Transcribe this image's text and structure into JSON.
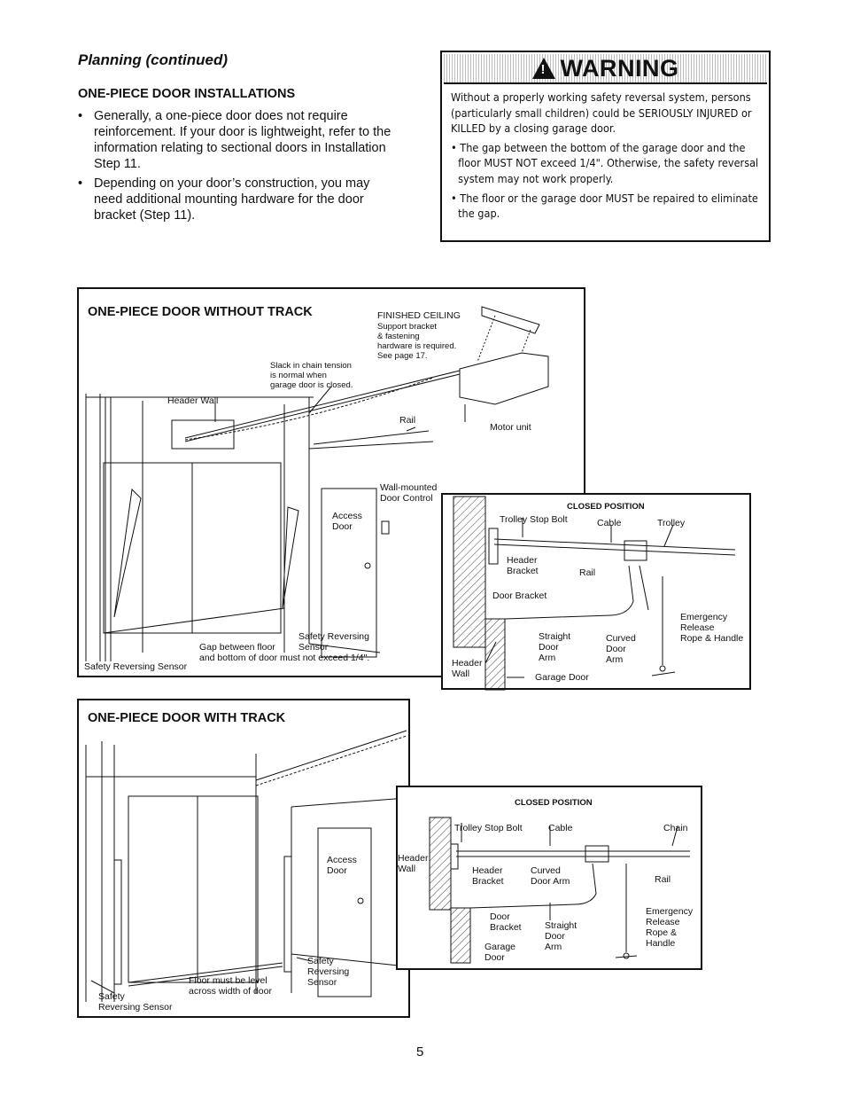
{
  "page": {
    "title": "Planning (continued)",
    "subheading": "ONE-PIECE DOOR INSTALLATIONS",
    "bullets": [
      "Generally, a one-piece door does not require reinforcement. If your door is lightweight, refer to the information relating to sectional doors in Installation Step 11.",
      "Depending on your door’s construction, you may need additional mounting hardware for the door bracket (Step 11)."
    ],
    "page_number": "5"
  },
  "warning": {
    "heading": "WARNING",
    "intro": "Without a properly working safety reversal system, persons (particularly small children) could be SERIOUSLY INJURED or KILLED by a closing garage door.",
    "bullets": [
      "The gap between the bottom of the garage door and the floor MUST NOT exceed 1/4\". Otherwise, the safety reversal system may not work properly.",
      "The floor or the garage door MUST be repaired to eliminate the gap."
    ]
  },
  "diagram_without_track": {
    "title": "ONE-PIECE DOOR WITHOUT TRACK",
    "finished_ceiling": "FINISHED CEILING",
    "support_note": "Support bracket\n& fastening\nhardware is required.\nSee page 17.",
    "slack_note": "Slack in chain tension\nis normal when\ngarage door is closed.",
    "header_wall": "Header Wall",
    "rail": "Rail",
    "motor_unit": "Motor unit",
    "wall_control": "Wall-mounted\nDoor Control",
    "access_door": "Access\nDoor",
    "safety_sensor_right": "Safety Reversing\nSensor",
    "gap_note": "Gap between floor\nand bottom of door must not exceed 1/4\".",
    "safety_sensor_left": "Safety Reversing Sensor"
  },
  "closed_position_1": {
    "title": "CLOSED POSITION",
    "trolley_stop_bolt": "Trolley Stop Bolt",
    "cable": "Cable",
    "trolley": "Trolley",
    "header_bracket": "Header\nBracket",
    "rail": "Rail",
    "door_bracket": "Door Bracket",
    "emergency_release": "Emergency\nRelease\nRope & Handle",
    "straight_arm": "Straight\nDoor\nArm",
    "curved_arm": "Curved\nDoor\nArm",
    "header_wall": "Header\nWall",
    "garage_door": "Garage Door"
  },
  "diagram_with_track": {
    "title": "ONE-PIECE DOOR WITH TRACK",
    "access_door": "Access\nDoor",
    "safety_sensor_right": "Safety\nReversing\nSensor",
    "floor_note": "Floor must be level\nacross width of door",
    "safety_sensor_left": "Safety\nReversing Sensor"
  },
  "closed_position_2": {
    "title": "CLOSED POSITION",
    "trolley_stop_bolt": "Trolley Stop Bolt",
    "cable": "Cable",
    "chain": "Chain",
    "header_wall": "Header\nWall",
    "header_bracket": "Header\nBracket",
    "curved_arm": "Curved\nDoor Arm",
    "rail": "Rail",
    "emergency_release": "Emergency\nRelease\nRope &\nHandle",
    "door_bracket": "Door\nBracket",
    "straight_arm": "Straight\nDoor\nArm",
    "garage_door": "Garage\nDoor"
  }
}
